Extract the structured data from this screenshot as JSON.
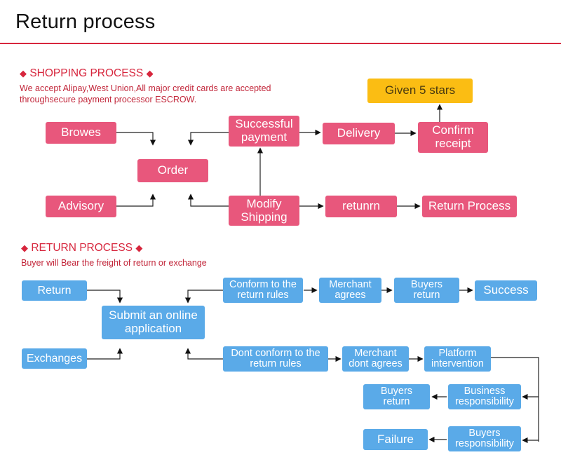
{
  "page": {
    "title": "Return process"
  },
  "shopping": {
    "heading": "SHOPPING PROCESS",
    "note_line1": "We accept Alipay,West Union,All major credit cards are accepted",
    "note_line2": "throughsecure payment processor ESCROW.",
    "nodes": {
      "browes": "Browes",
      "advisory": "Advisory",
      "order": "Order",
      "successful_payment": "Successful payment",
      "modify_shipping": "Modify Shipping",
      "delivery": "Delivery",
      "confirm_receipt": "Confirm receipt",
      "given_5_stars": "Given 5 stars",
      "returnm": "retunrn",
      "return_process": "Return Process"
    }
  },
  "returns": {
    "heading": "RETURN PROCESS",
    "note": "Buyer will Bear the freight of return or exchange",
    "nodes": {
      "return": "Return",
      "exchanges": "Exchanges",
      "submit_application": "Submit an online application",
      "conform_rules": "Conform to the return rules",
      "merchant_agrees": "Merchant agrees",
      "buyers_return_top": "Buyers return",
      "success": "Success",
      "dont_conform_rules": "Dont conform to the return rules",
      "merchant_dont_agrees": "Merchant dont agrees",
      "platform_intervention": "Platform intervention",
      "business_responsibility": "Business responsibility",
      "buyers_return_bottom": "Buyers return",
      "buyers_responsibility": "Buyers responsibility",
      "failure": "Failure"
    }
  },
  "colors": {
    "accent_red": "#d7263d",
    "pink_box": "#e8577c",
    "blue_box": "#5aaae8",
    "gold_box": "#fbbd13"
  }
}
